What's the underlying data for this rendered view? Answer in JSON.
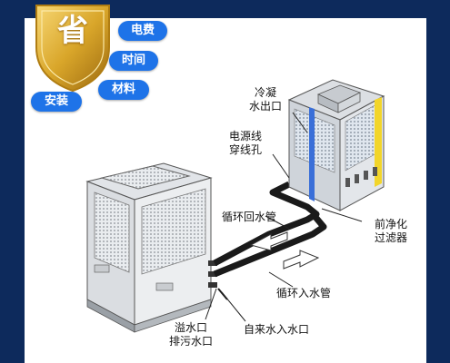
{
  "badge": {
    "char": "省"
  },
  "pills": {
    "electricity": "电费",
    "time": "时间",
    "materials": "材料",
    "install": "安装"
  },
  "labels": {
    "cold_outlet": [
      "冷凝",
      "水出口"
    ],
    "power_hole": [
      "电源线",
      "穿线孔"
    ],
    "return_pipe": "循环回水管",
    "inlet_pipe": "循环入水管",
    "prefilter": [
      "前净化",
      "过滤器"
    ],
    "overflow": [
      "溢水口",
      "排污水口"
    ],
    "tap_inlet": "自来水入水口"
  },
  "colors": {
    "background": "#0d2a5c",
    "panel": "#ffffff",
    "pill": "#1e73e8",
    "gold": "#d9a62a",
    "pipe": "#1a1a1a",
    "stripe_blue": "#3a6fd8",
    "stripe_yellow": "#f2d52a"
  }
}
